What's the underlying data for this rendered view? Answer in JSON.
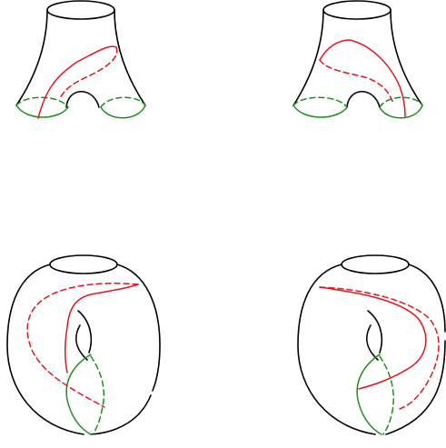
{
  "colors": {
    "background": "#ffffff",
    "surface_outline": "#000000",
    "red_curve": "#e8141c",
    "green_curve": "#1a8f1a"
  },
  "panels": [
    {
      "id": "pants-1",
      "surface": "pair-of-pants",
      "curves": [
        "red-arc-front",
        "red-arc-back",
        "green-circle-left",
        "green-circle-right"
      ]
    },
    {
      "id": "pants-2",
      "surface": "pair-of-pants",
      "curves": [
        "red-arc-front",
        "red-arc-back",
        "green-circle-left",
        "green-circle-right"
      ]
    },
    {
      "id": "torus-1",
      "surface": "one-holed-torus",
      "curves": [
        "red-arc-front",
        "red-arc-back",
        "green-circle-front",
        "green-circle-back"
      ]
    },
    {
      "id": "torus-2",
      "surface": "one-holed-torus",
      "curves": [
        "red-arc-front",
        "red-arc-back",
        "green-circle-front",
        "green-circle-back"
      ]
    }
  ]
}
